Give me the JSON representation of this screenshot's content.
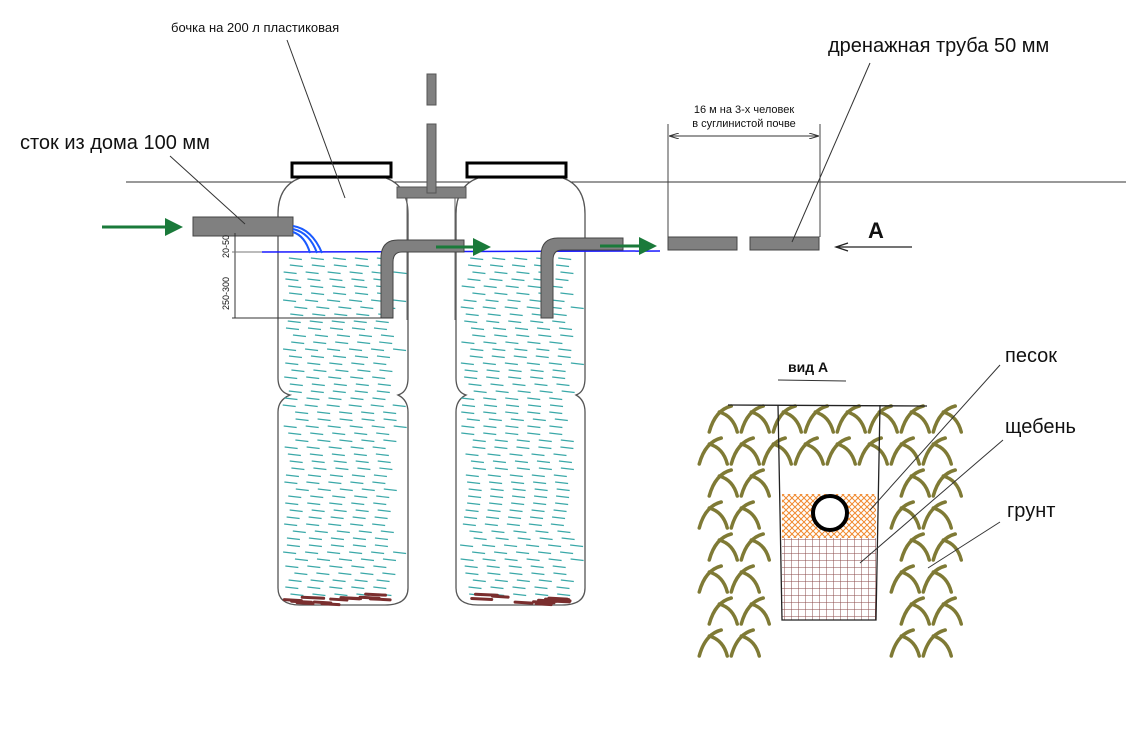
{
  "labels": {
    "barrel": "бочка на 200 л пластиковая",
    "drain_pipe": "дренажная труба  50 мм",
    "house_outlet": "сток из дома 100 мм",
    "length_line1": "16 м на 3-х человек",
    "length_line2": "в суглинистой почве",
    "dim_gap": "20-50",
    "dim_depth": "250-300",
    "view_marker": "A",
    "view_title": "вид А",
    "sand": "песок",
    "gravel": "щебень",
    "soil": "грунт"
  },
  "colors": {
    "pipe": "#808080",
    "flow_arrow": "#1a7a3a",
    "water_line": "#1a1aff",
    "water_dash": "#3aa8a8",
    "sediment": "#7a2e2e",
    "soil_arc": "#7f7a35",
    "sand_hatch": "#f08a30",
    "gravel_hatch": "#8a4a4a"
  }
}
